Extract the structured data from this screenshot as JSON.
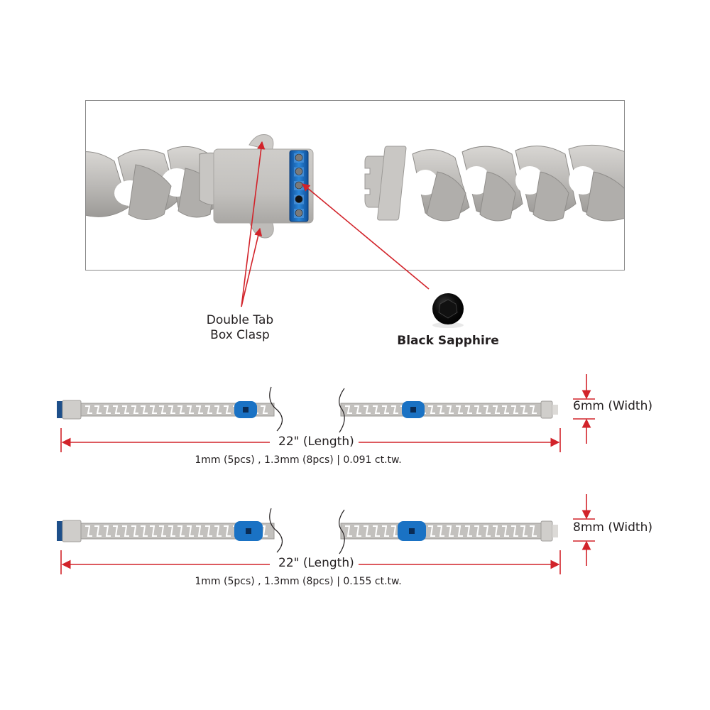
{
  "detail": {
    "clasp_label_line1": "Double Tab",
    "clasp_label_line2": "Box Clasp",
    "stone_label": "Black Sapphire",
    "stone_count_on_clasp": 5
  },
  "colors": {
    "annotation_red": "#d2232a",
    "steel": "#bdbbb8",
    "steel_dark": "#8f8d8a",
    "blue_ip": "#1a72c4",
    "stone": "#0d0d0d",
    "frame_border": "#8a8a8a"
  },
  "variants": [
    {
      "length_label": "22\" (Length)",
      "width_label": "6mm (Width)",
      "spec_line": "1mm (5pcs) , 1.3mm (8pcs) | 0.091 ct.tw."
    },
    {
      "length_label": "22\" (Length)",
      "width_label": "8mm (Width)",
      "spec_line": "1mm (5pcs) , 1.3mm (8pcs) | 0.155 ct.tw."
    }
  ]
}
